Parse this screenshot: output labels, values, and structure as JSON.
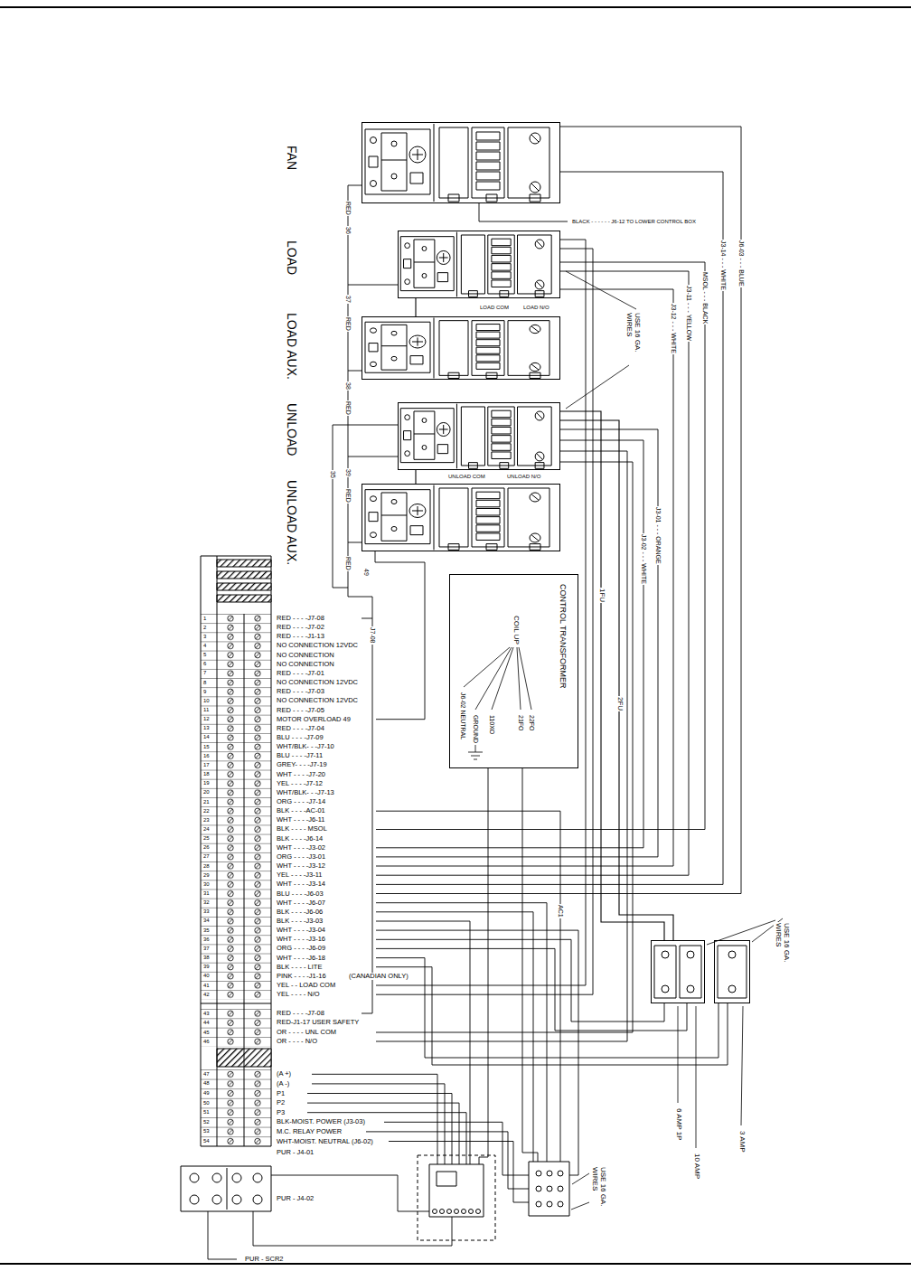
{
  "diagram": {
    "nodes": [
      {
        "text": [
          "FAN"
        ]
      },
      {
        "text": [
          "LOAD"
        ]
      },
      {
        "text": [
          "LOAD AUX."
        ]
      },
      {
        "text": [
          "UNLOAD"
        ]
      },
      {
        "text": [
          "UNLOAD AUX."
        ]
      },
      {
        "text": [
          "CONTROL TRANSFORMER",
          "COIL UP",
          "J6-02 NEUTRAL",
          "GROUND",
          "110XO",
          "21FO",
          "22FO"
        ]
      },
      {
        "text": [
          "6 AMP 1P"
        ]
      },
      {
        "text": [
          "3 AMP"
        ]
      }
    ],
    "edges": [
      {
        "from": 1,
        "to": 2,
        "arrow": "none"
      },
      {
        "from": 3,
        "to": 4,
        "arrow": "none"
      },
      {
        "from": 3,
        "to": 6,
        "arrow": "none",
        "label": "1FU"
      },
      {
        "from": 3,
        "to": 6,
        "arrow": "none",
        "label": "2FU"
      }
    ],
    "labels": [
      "RED - - - -J7-08",
      "RED - - - -J7-02",
      "RED - - - -J1-13",
      "NO CONNECTION 12VDC",
      "NO CONNECTION",
      "NO CONNECTION",
      "RED - - - -J7-01",
      "NO CONNECTION 12VDC",
      "RED - - - -J7-03",
      "NO CONNECTION 12VDC",
      "RED - - - -J7-05",
      "MOTOR OVERLOAD 49",
      "RED - - - -J7-04",
      "BLU - - - -J7-09",
      "WHT/BLK- - -J7-10",
      "BLU - - - -J7-11",
      "GREY- - - -J7-19",
      "WHT - - - -J7-20",
      "YEL - - - -J7-12",
      "WHT/BLK- - -J7-13",
      "ORG - - - -J7-14",
      "BLK - - - -AC-01",
      "WHT - - - -J6-11",
      "BLK - - - - MSOL",
      "BLK - - - -J6-14",
      "WHT - - - -J3-02",
      "ORG - - - -J3-01",
      "WHT - - - -J3-12",
      "YEL - - - -J3-11",
      "WHT - - - -J3-14",
      "BLU - - - -J6-03",
      "WHT - - - -J6-07",
      "BLK - - - -J6-06",
      "BLK - - - -J3-03",
      "WHT - - - -J3-04",
      "WHT - - - -J3-16",
      "ORG - - - -J6-09",
      "WHT - - - -J6-18",
      "BLK - - - - LITE",
      "PINK - - - -J1-16",
      "YEL - - LOAD COM",
      "YEL - - - - N/O",
      "(CANADIAN ONLY)",
      "RED - - - -J7-08",
      "RED-J1-17 USER SAFETY",
      "OR - - - - UNL COM",
      "OR - - - - N/O",
      "(A +)",
      "(A -)",
      "P1",
      "P2",
      "P3",
      "BLK-MOIST. POWER (J3-03)",
      "M.C. RELAY POWER",
      "WHT-MOIST. NEUTRAL (J6-02)",
      "PUR - J4-01",
      "PUR - J4-02",
      "PUR - SCR2",
      "1",
      "2",
      "3",
      "4",
      "5",
      "6",
      "7",
      "8",
      "9",
      "10",
      "11",
      "12",
      "13",
      "14",
      "15",
      "16",
      "17",
      "18",
      "19",
      "20",
      "21",
      "22",
      "23",
      "24",
      "25",
      "26",
      "27",
      "28",
      "29",
      "30",
      "31",
      "32",
      "33",
      "34",
      "35",
      "36",
      "37",
      "38",
      "39",
      "40",
      "41",
      "42",
      "43",
      "44",
      "45",
      "46",
      "47",
      "48",
      "49",
      "50",
      "51",
      "52",
      "53",
      "54",
      "J7-08",
      "RED",
      "36",
      "37",
      "RED",
      "38",
      "RED",
      "39",
      "35",
      "RED",
      "RED",
      "49",
      "BLACK - - - - - - J6-12 TO LOWER CONTROL BOX",
      "J6-03 - - - BLUE",
      "J3-14 - - - WHITE",
      "MSOL - - - BLACK",
      "J3-11 - - - YELLOW",
      "J3-12 - - - WHITE",
      "LOAD COM",
      "LOAD N/O",
      "USE 16 GA. WIRES",
      "J3-01 - - - ORANGE",
      "J3-02 - - - WHITE",
      "UNLOAD COM",
      "UNLOAD N/O",
      "AC1",
      "USE 16 GA. WIRES",
      "10 AMP",
      "USE 16 GA. WIRES"
    ]
  }
}
